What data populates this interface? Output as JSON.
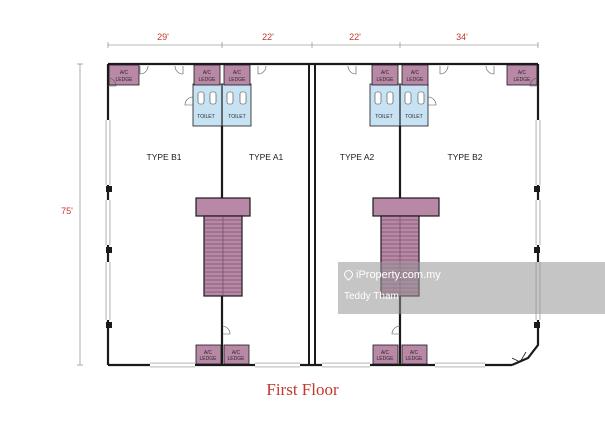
{
  "dimensions": {
    "top": [
      "29'",
      "22'",
      "22'",
      "34'"
    ],
    "side": "75'"
  },
  "units": [
    "TYPE B1",
    "TYPE A1",
    "TYPE A2",
    "TYPE B2"
  ],
  "labels": {
    "ac_ledge_line1": "A/C",
    "ac_ledge_line2": "LEDGE",
    "toilet": "TOILET"
  },
  "caption": "First Floor",
  "watermark": {
    "brand": "iProperty.com.my",
    "owner": "Teddy Tham"
  },
  "colors": {
    "dimension_text": "#c0392b",
    "ledge_fill": "#b888a6",
    "toilet_fill": "#c7e2f2",
    "wall": "#1a1a1a"
  }
}
